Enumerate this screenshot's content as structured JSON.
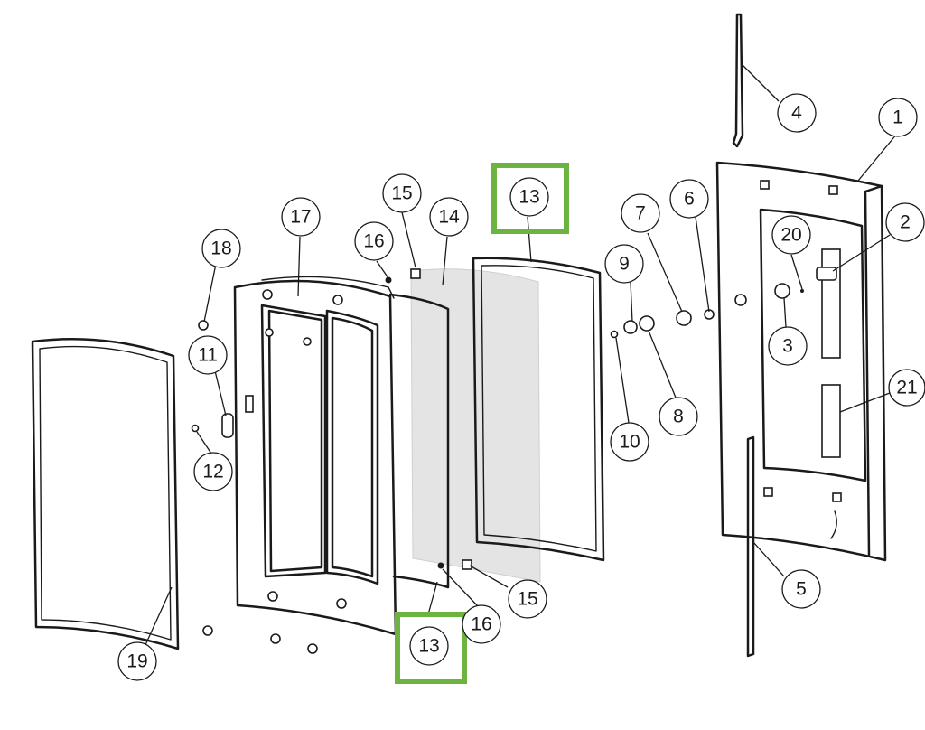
{
  "highlight_color": "#6cb33f",
  "callouts": [
    {
      "id": "c1",
      "label": "1"
    },
    {
      "id": "c2",
      "label": "2"
    },
    {
      "id": "c3",
      "label": "3"
    },
    {
      "id": "c4",
      "label": "4"
    },
    {
      "id": "c5",
      "label": "5"
    },
    {
      "id": "c6",
      "label": "6"
    },
    {
      "id": "c7",
      "label": "7"
    },
    {
      "id": "c8",
      "label": "8"
    },
    {
      "id": "c9",
      "label": "9"
    },
    {
      "id": "c10",
      "label": "10"
    },
    {
      "id": "c11",
      "label": "11"
    },
    {
      "id": "c12",
      "label": "12"
    },
    {
      "id": "c13a",
      "label": "13",
      "highlighted": true
    },
    {
      "id": "c13b",
      "label": "13",
      "highlighted": true
    },
    {
      "id": "c14",
      "label": "14"
    },
    {
      "id": "c15a",
      "label": "15"
    },
    {
      "id": "c15b",
      "label": "15"
    },
    {
      "id": "c16a",
      "label": "16"
    },
    {
      "id": "c16b",
      "label": "16"
    },
    {
      "id": "c17",
      "label": "17"
    },
    {
      "id": "c18",
      "label": "18"
    },
    {
      "id": "c19",
      "label": "19"
    },
    {
      "id": "c20",
      "label": "20"
    },
    {
      "id": "c21",
      "label": "21"
    }
  ]
}
